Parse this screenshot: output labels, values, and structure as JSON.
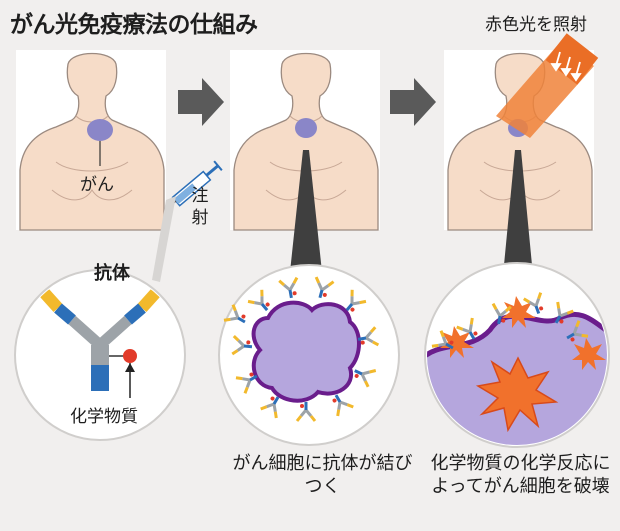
{
  "title": "がん光免疫療法の仕組み",
  "red_light_label": "赤色光を照射",
  "cancer_label": "がん",
  "injection_label": "注射",
  "antibody_label": "抗体",
  "chemical_label": "化学物質",
  "caption_binding": "がん細胞に抗体が結びつく",
  "caption_destruction": "化学物質の化学反応によってがん細胞を破壊",
  "colors": {
    "background": "#f1efee",
    "skin": "#f6dcc8",
    "tumor": "#8a86c8",
    "cell_fill": "#b5a6dd",
    "cell_outline": "#6a1d8c",
    "arrow": "#5a5a5a",
    "laser": "#f0833a",
    "antibody_yellow": "#f2b92c",
    "antibody_blue": "#2c6fb8",
    "antibody_gray": "#9da3a8",
    "chemical_red": "#e23b2a"
  }
}
